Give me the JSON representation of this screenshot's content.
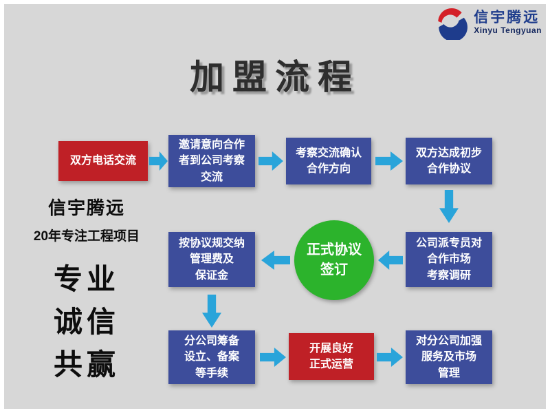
{
  "logo": {
    "brand": "信宇腾远",
    "brand_en": "Xinyu Tengyuan"
  },
  "title": "加盟流程",
  "sidebar": {
    "brand": "信宇腾远",
    "tagline": "20年专注工程项目",
    "values": [
      "专业",
      "诚信",
      "共赢"
    ]
  },
  "flow": {
    "steps": [
      {
        "id": 1,
        "label": "双方电话交流",
        "style": "red"
      },
      {
        "id": 2,
        "label": "邀请意向合作\n者到公司考察\n交流",
        "style": "blue"
      },
      {
        "id": 3,
        "label": "考察交流确认\n合作方向",
        "style": "blue"
      },
      {
        "id": 4,
        "label": "双方达成初步\n合作协议",
        "style": "blue"
      },
      {
        "id": 5,
        "label": "公司派专员对\n合作市场\n考察调研",
        "style": "blue"
      },
      {
        "id": 6,
        "label": "正式协议\n签订",
        "style": "green-circle"
      },
      {
        "id": 7,
        "label": "按协议规交纳\n管理费及\n保证金",
        "style": "blue"
      },
      {
        "id": 8,
        "label": "分公司筹备\n设立、备案\n等手续",
        "style": "blue"
      },
      {
        "id": 9,
        "label": "开展良好\n正式运营",
        "style": "red"
      },
      {
        "id": 10,
        "label": "对分公司加强\n服务及市场\n管理",
        "style": "blue"
      }
    ]
  },
  "colors": {
    "background": "#d7d7d7",
    "box_blue": "#3d4d9b",
    "box_red": "#bf2026",
    "circle_green": "#2cb32c",
    "arrow_blue": "#29a4da",
    "logo_blue": "#1e3c8c",
    "logo_red": "#d42027",
    "title_text": "#2e2e2e"
  }
}
